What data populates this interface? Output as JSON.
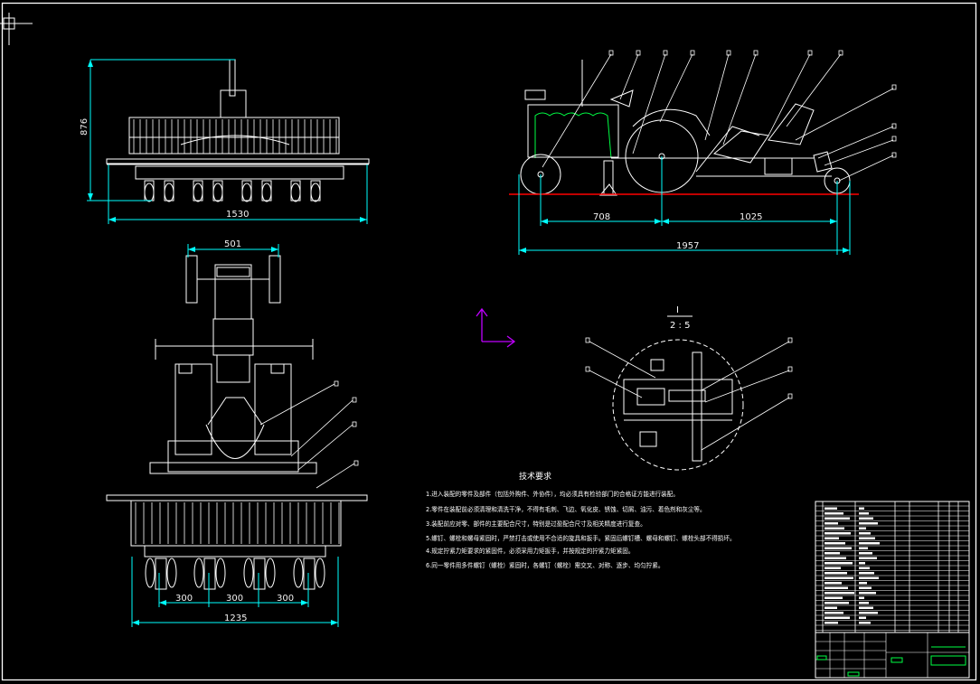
{
  "drawing": {
    "background": "#000000",
    "line_color": "#ffffff",
    "dim_color": "#00ffff",
    "section_color": "#ff0000",
    "ucs_color": "#c000ff"
  },
  "views": {
    "front": {
      "height_label": "876",
      "width_label": "1530"
    },
    "side": {
      "dim_left": "708",
      "dim_right": "1025",
      "dim_total": "1957"
    },
    "top": {
      "width_top": "501",
      "spacings": [
        "300",
        "300",
        "300"
      ],
      "width_bottom": "1235"
    },
    "detail": {
      "label_num": "I",
      "label_scale": "2 : 5"
    }
  },
  "tech_requirements": {
    "title": "技术要求",
    "items": [
      "1.进入装配的零件及部件（包括外购件、外协件），均必须具有检验部门的合格证方能进行装配。",
      "2.零件在装配前必须清理和清洗干净，不得有毛刺、飞边、氧化皮、锈蚀、切屑、油污、着色剂和灰尘等。",
      "3.装配前应对零、部件的主要配合尺寸，特别是过盈配合尺寸及相关精度进行复查。",
      "4.规定拧紧力矩要求的紧固件，必须采用力矩扳手，并按规定的拧紧力矩紧固。",
      "5.螺钉、螺栓和螺母紧固时，严禁打击或使用不合适的旋具和扳手。紧固后螺钉槽、螺母和螺钉、螺栓头部不得损坏。",
      "6.同一零件用多件螺钉（螺栓）紧固时，各螺钉（螺栓）需交叉、对称、逐步、均匀拧紧。"
    ]
  }
}
